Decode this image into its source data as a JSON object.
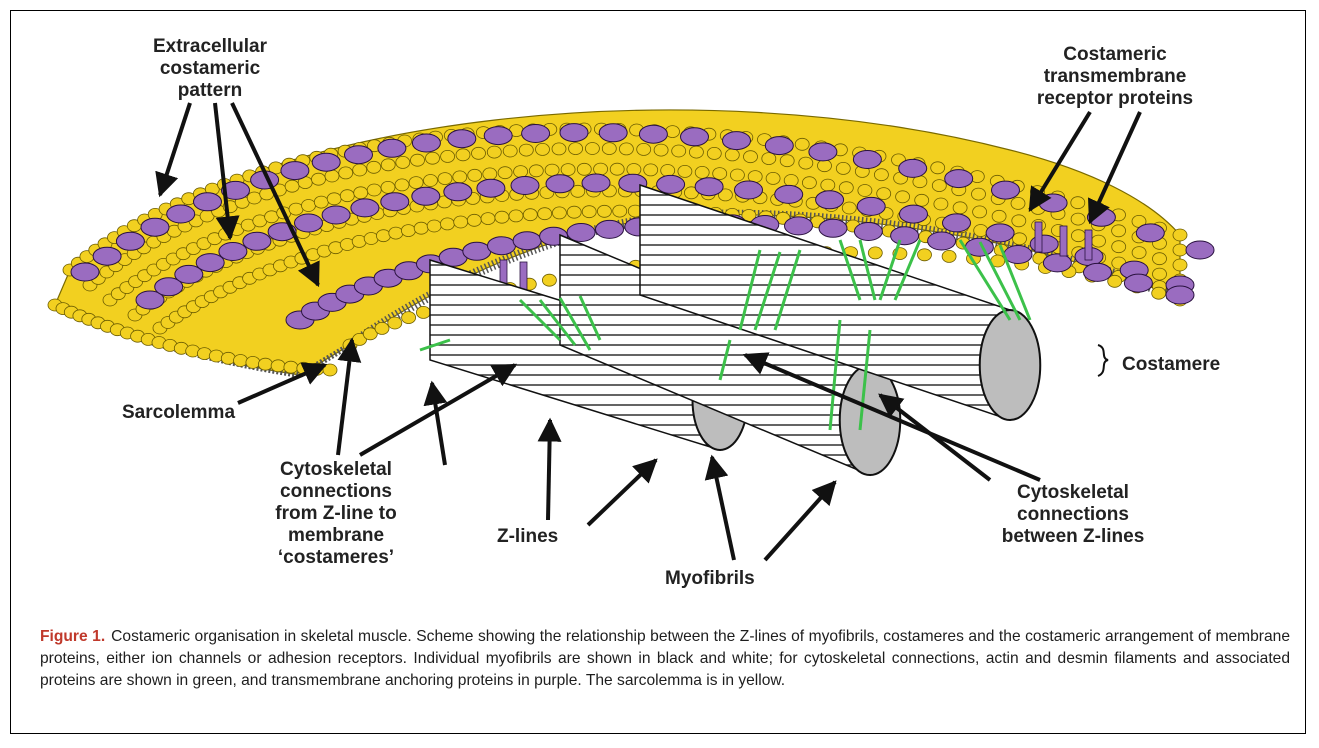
{
  "labels": {
    "extracellular": [
      "Extracellular",
      "costameric",
      "pattern"
    ],
    "transmembrane": [
      "Costameric",
      "transmembrane",
      "receptor proteins"
    ],
    "costamere": "Costamere",
    "sarcolemma": "Sarcolemma",
    "cyto_z_to_membrane": [
      "Cytoskeletal",
      "connections",
      "from Z-line to",
      "membrane",
      "‘costameres’"
    ],
    "z_lines": "Z-lines",
    "myofibrils": "Myofibrils",
    "cyto_between": [
      "Cytoskeletal",
      "connections",
      "between Z-lines"
    ]
  },
  "caption": {
    "figure_label": "Figure 1.",
    "text": "Costameric organisation in skeletal muscle. Scheme showing the relationship between the Z-lines of myofibrils, costameres and the costameric arrangement of membrane proteins, either ion channels or adhesion receptors. Individual myofibrils are shown in black and white; for cytoskeletal connections, actin and desmin filaments and associated proteins are shown in green, and transmembrane anchoring proteins in purple. The sarcolemma is in yellow."
  },
  "colors": {
    "sarcolemma": "#f2d020",
    "transmembrane_protein": "#9a6cc0",
    "cytoskeletal_connection": "#3cc14a",
    "myofibril_end": "#bdbdbd",
    "caption_label": "#c0392b"
  }
}
